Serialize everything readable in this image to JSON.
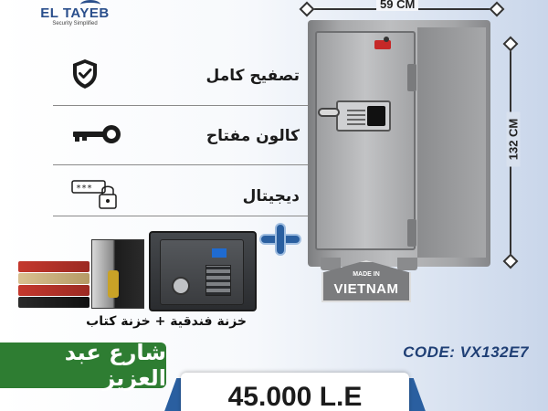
{
  "brand": {
    "name": "EL TAYEB",
    "tagline": "Security Simplified"
  },
  "features": [
    {
      "label": "تصفيح كامل",
      "icon": "shield-check-icon"
    },
    {
      "label": "كالون مفتاح",
      "icon": "key-icon"
    },
    {
      "label": "ديجيتال",
      "icon": "digital-lock-icon"
    }
  ],
  "dimensions": {
    "width": "59 CM",
    "height": "132 CM"
  },
  "origin_badge": {
    "top": "MADE IN",
    "main": "VIETNAM"
  },
  "bundle_label": "خزنة فندقية + خزنة  كتاب",
  "address": "شارع عبد العزيز",
  "product_code": "CODE: VX132E7",
  "price": "45.000 L.E",
  "colors": {
    "accent_blue": "#2a5fa0",
    "brand_blue": "#2a4f8c",
    "address_green": "#2e7d32"
  }
}
